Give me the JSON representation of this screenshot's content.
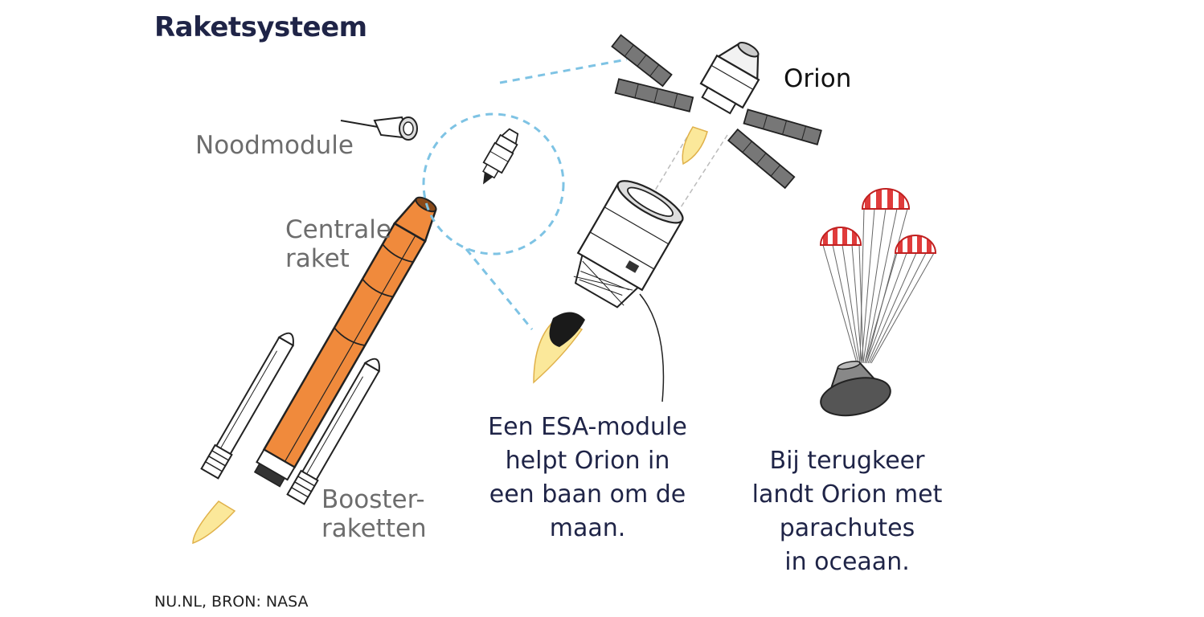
{
  "title": "Raketsysteem",
  "labels": {
    "noodmodule": "Noodmodule",
    "centrale_line1": "Centrale",
    "centrale_line2": "raket",
    "booster_line1": "Booster-",
    "booster_line2": "raketten",
    "orion": "Orion"
  },
  "captions": {
    "esa": [
      "Een ESA-module",
      "helpt Orion in",
      "een baan om de",
      "maan."
    ],
    "return": [
      "Bij terugkeer",
      "landt Orion met",
      "parachutes",
      "in oceaan."
    ]
  },
  "source": "NU.NL, BRON: NASA",
  "colors": {
    "core_stage": "#f08a3c",
    "dashed_line": "#7ec3e4",
    "flame": "#fbe89a",
    "heat_shield": "#555555",
    "chute_red": "#e03b3b",
    "title_navy": "#1f2447"
  }
}
